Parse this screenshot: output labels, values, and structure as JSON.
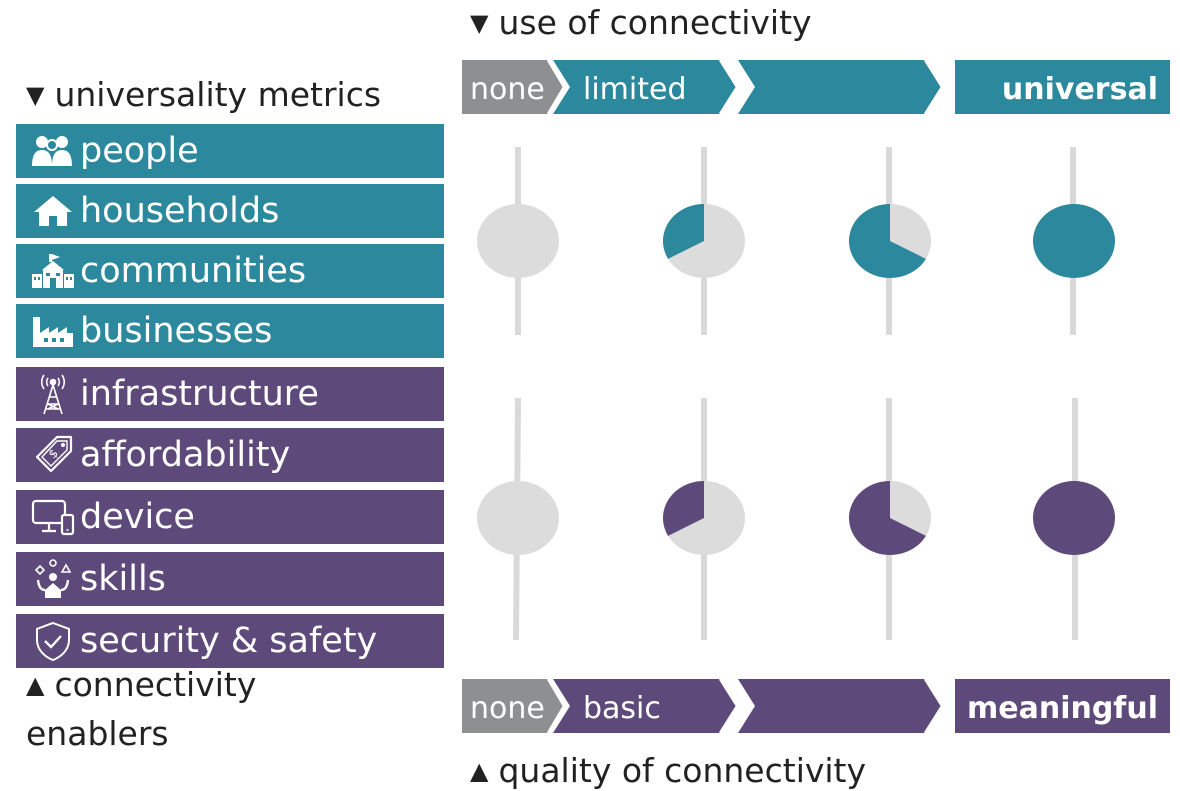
{
  "colors": {
    "teal": "#2c889c",
    "purple": "#5e4a7a",
    "grey_segment": "#8e8f91",
    "pie_background": "#dcdcdd",
    "track": "#d9d9da"
  },
  "left_panel": {
    "top_heading": "universality metrics",
    "bottom_heading_line1": "connectivity",
    "bottom_heading_line2": "enablers",
    "metrics": [
      {
        "label": "people",
        "icon": "people-icon"
      },
      {
        "label": "households",
        "icon": "house-icon"
      },
      {
        "label": "communities",
        "icon": "community-buildings-icon"
      },
      {
        "label": "businesses",
        "icon": "factory-icon"
      }
    ],
    "enablers": [
      {
        "label": "infrastructure",
        "icon": "antenna-tower-icon"
      },
      {
        "label": "affordability",
        "icon": "price-tag-icon"
      },
      {
        "label": "device",
        "icon": "computer-phone-icon"
      },
      {
        "label": "skills",
        "icon": "juggling-person-icon"
      },
      {
        "label": "security & safety",
        "icon": "shield-check-icon"
      }
    ]
  },
  "use_scale": {
    "heading": "use of connectivity",
    "levels": [
      "none",
      "limited",
      "",
      "universal"
    ]
  },
  "quality_scale": {
    "heading": "quality of connectivity",
    "levels": [
      "none",
      "basic",
      "",
      "meaningful"
    ]
  },
  "pies": {
    "use_row_fill_fractions": [
      0,
      0.33,
      0.67,
      1
    ],
    "quality_row_fill_fractions": [
      0,
      0.33,
      0.67,
      1
    ]
  }
}
